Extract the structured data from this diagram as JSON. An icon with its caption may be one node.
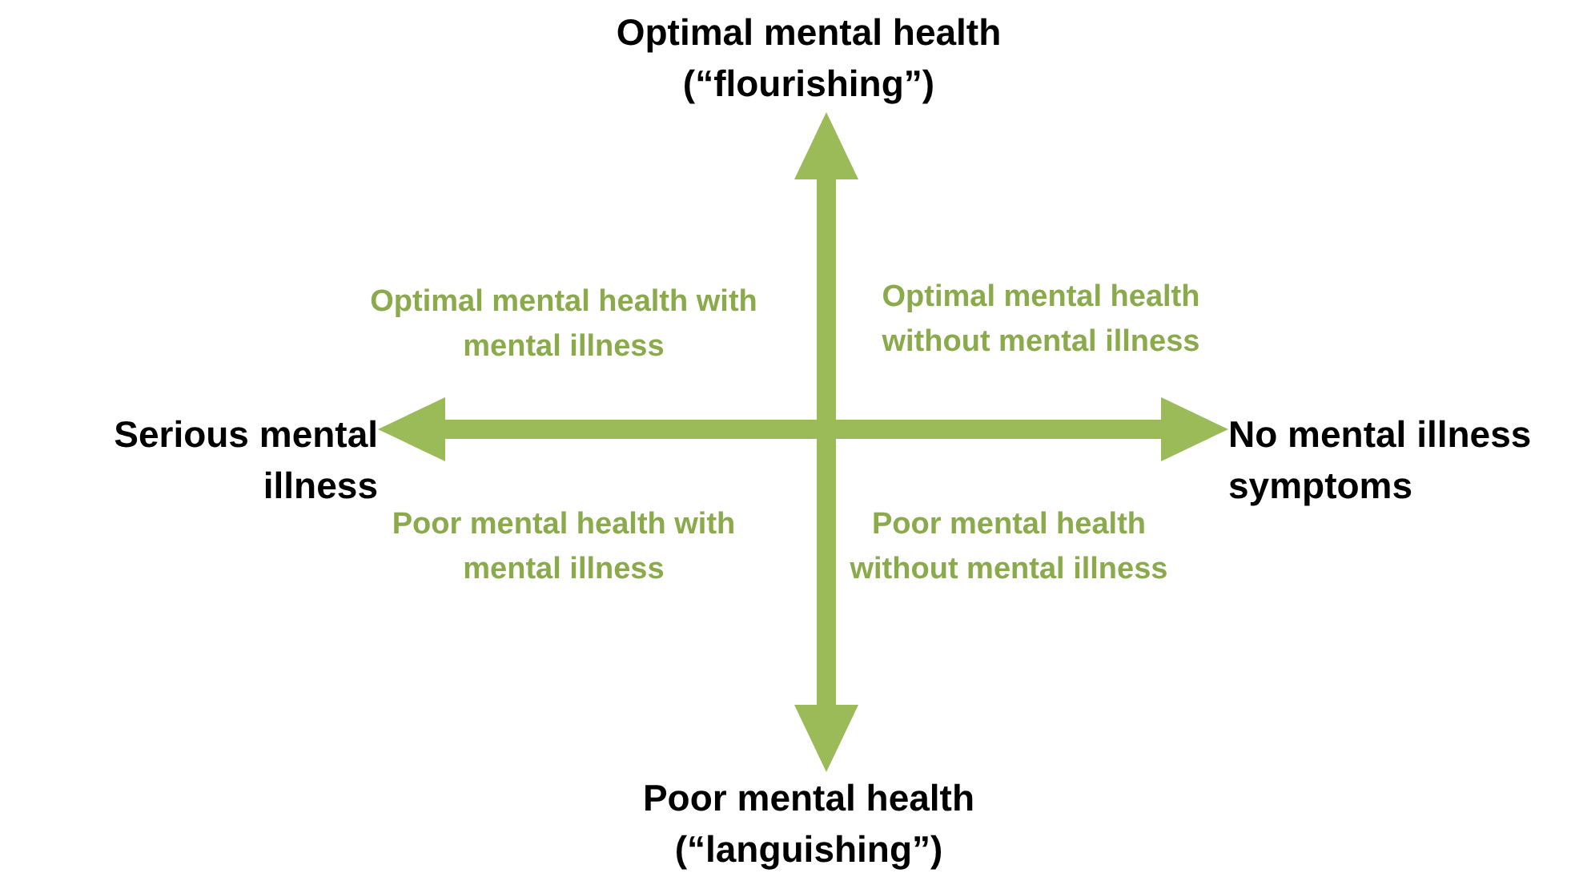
{
  "diagram": {
    "nodes": [
      {
        "text": [
          "Optimal mental health (“flourishing”)"
        ]
      },
      {
        "text": [
          "Serious mental illness"
        ]
      },
      {
        "text": [
          "No mental illness symptoms"
        ]
      },
      {
        "text": [
          "Poor mental health (“languishing”)"
        ]
      }
    ],
    "edges": [
      {
        "from": 3,
        "to": 0,
        "arrow": "both"
      },
      {
        "from": 1,
        "to": 2,
        "arrow": "both"
      }
    ],
    "labels": [
      "Optimal mental health with mental illness",
      "Optimal mental health without mental illness",
      "Poor mental health with mental illness",
      "Poor mental health without mental illness"
    ]
  }
}
